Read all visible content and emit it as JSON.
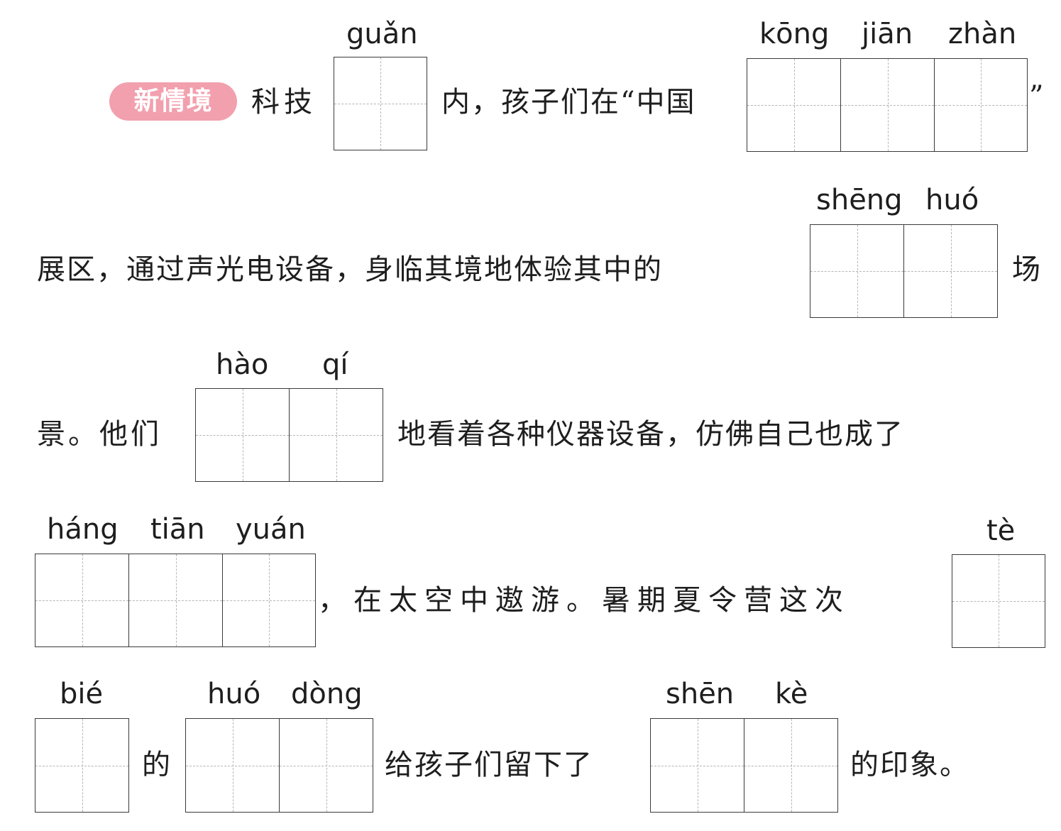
{
  "badge": "新情境",
  "line1": {
    "t1": "科技",
    "t2": "内，孩子们在“中国",
    "t3": "”",
    "py_guan": "guǎn",
    "py_kong": "kōng",
    "py_jian": "jiān",
    "py_zhan": "zhàn"
  },
  "line2": {
    "t1": "展区，通过声光电设备，身临其境地体验其中的",
    "t2": "场",
    "py_sheng": "shēng",
    "py_huo": "huó"
  },
  "line3": {
    "t1": "景。他们",
    "t2": "地看着各种仪器设备，仿佛自己也成了",
    "py_hao": "hào",
    "py_qi": "qí"
  },
  "line4": {
    "t1": "，在太空中遨游。暑期夏令营这次",
    "py_hang": "háng",
    "py_tian": "tiān",
    "py_yuan": "yuán",
    "py_te": "tè"
  },
  "line5": {
    "t1": "的",
    "t2": "给孩子们留下了",
    "t3": "的印象。",
    "py_bie": "bié",
    "py_huo": "huó",
    "py_dong": "dòng",
    "py_shen": "shēn",
    "py_ke": "kè"
  }
}
